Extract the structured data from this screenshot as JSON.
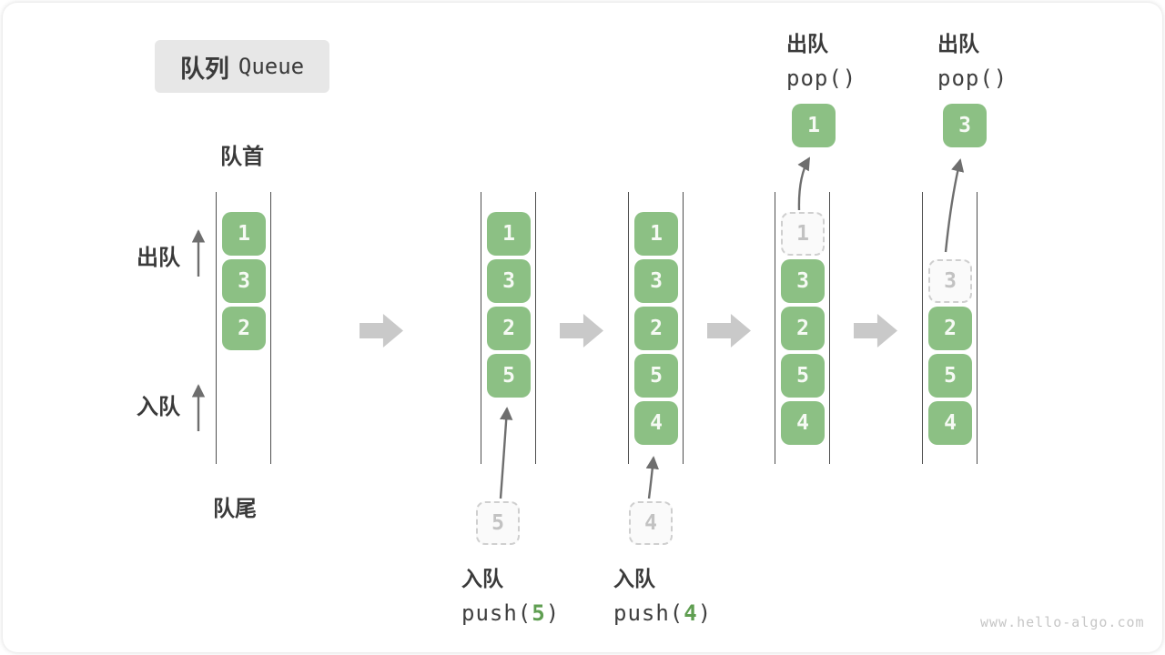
{
  "title": {
    "zh": "队列",
    "en": "Queue"
  },
  "labels": {
    "front": "队首",
    "rear": "队尾",
    "dequeue": "出队",
    "enqueue": "入队"
  },
  "states": [
    {
      "items": [
        {
          "v": "1"
        },
        {
          "v": "3"
        },
        {
          "v": "2"
        }
      ]
    },
    {
      "items": [
        {
          "v": "1"
        },
        {
          "v": "3"
        },
        {
          "v": "2"
        },
        {
          "v": "5"
        }
      ]
    },
    {
      "items": [
        {
          "v": "1"
        },
        {
          "v": "3"
        },
        {
          "v": "2"
        },
        {
          "v": "5"
        },
        {
          "v": "4"
        }
      ]
    },
    {
      "items": [
        {
          "v": "1",
          "ghost": true
        },
        {
          "v": "3"
        },
        {
          "v": "2"
        },
        {
          "v": "5"
        },
        {
          "v": "4"
        }
      ]
    },
    {
      "items": [
        {
          "v": "3",
          "ghost": true
        },
        {
          "v": "2"
        },
        {
          "v": "5"
        },
        {
          "v": "4"
        }
      ]
    }
  ],
  "popped": [
    {
      "v": "1"
    },
    {
      "v": "3"
    }
  ],
  "staged": [
    {
      "v": "5"
    },
    {
      "v": "4"
    }
  ],
  "push_ops": [
    {
      "label": "入队",
      "fn_open": "push(",
      "arg": "5",
      "fn_close": ")"
    },
    {
      "label": "入队",
      "fn_open": "push(",
      "arg": "4",
      "fn_close": ")"
    }
  ],
  "pop_ops": [
    {
      "label": "出队",
      "code": "pop()"
    },
    {
      "label": "出队",
      "code": "pop()"
    }
  ],
  "watermark": "www.hello-algo.com",
  "colors": {
    "item_green": "#8cc084",
    "ghost_border": "#cfcfcf",
    "block_arrow_gray": "#c9c9c9",
    "thin_arrow_gray": "#6e6e6e",
    "title_bg": "#e7e7e7",
    "arg_green": "#5f9e51"
  }
}
